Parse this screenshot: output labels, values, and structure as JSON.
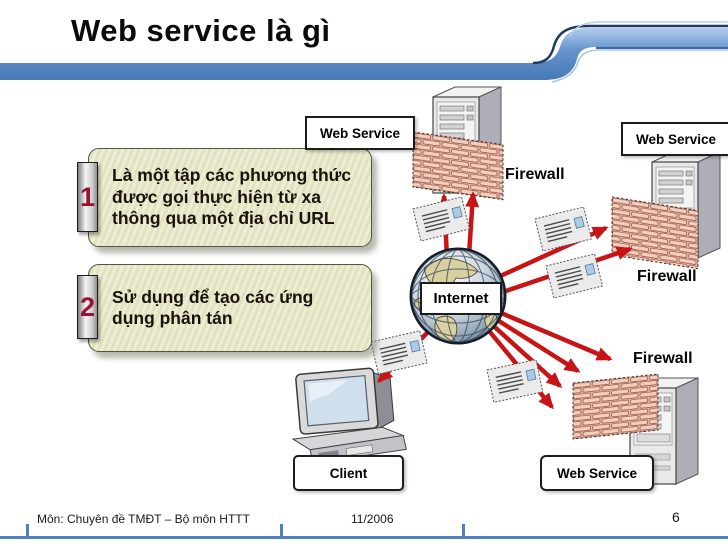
{
  "slide": {
    "title": "Web service là gì"
  },
  "points": [
    {
      "number": "1",
      "text": "Là một tập các phương thức được gọi thực hiện từ xa thông qua một địa chỉ URL"
    },
    {
      "number": "2",
      "text": "Sử dụng để tạo các ứng dụng phân tán"
    }
  ],
  "diagram": {
    "internet": "Internet",
    "client": "Client",
    "web_service": {
      "top_left": "Web Service",
      "top_right": "Web Service",
      "bottom_right": "Web Service"
    },
    "firewall": {
      "top": "Firewall",
      "right": "Firewall",
      "bottom": "Firewall"
    }
  },
  "footer": {
    "course": "Môn: Chuyên đề TMĐT – Bộ môn HTTT",
    "date": "11/2006",
    "page_number": "6"
  },
  "colors": {
    "arrow_red": "#c81414",
    "ribbon_blue": "#6593cd",
    "footer_blue": "#4f81bd",
    "note_background": "#e9e9cb",
    "number_maroon": "#9b1333",
    "brick_pink": "#f5cdbd"
  }
}
